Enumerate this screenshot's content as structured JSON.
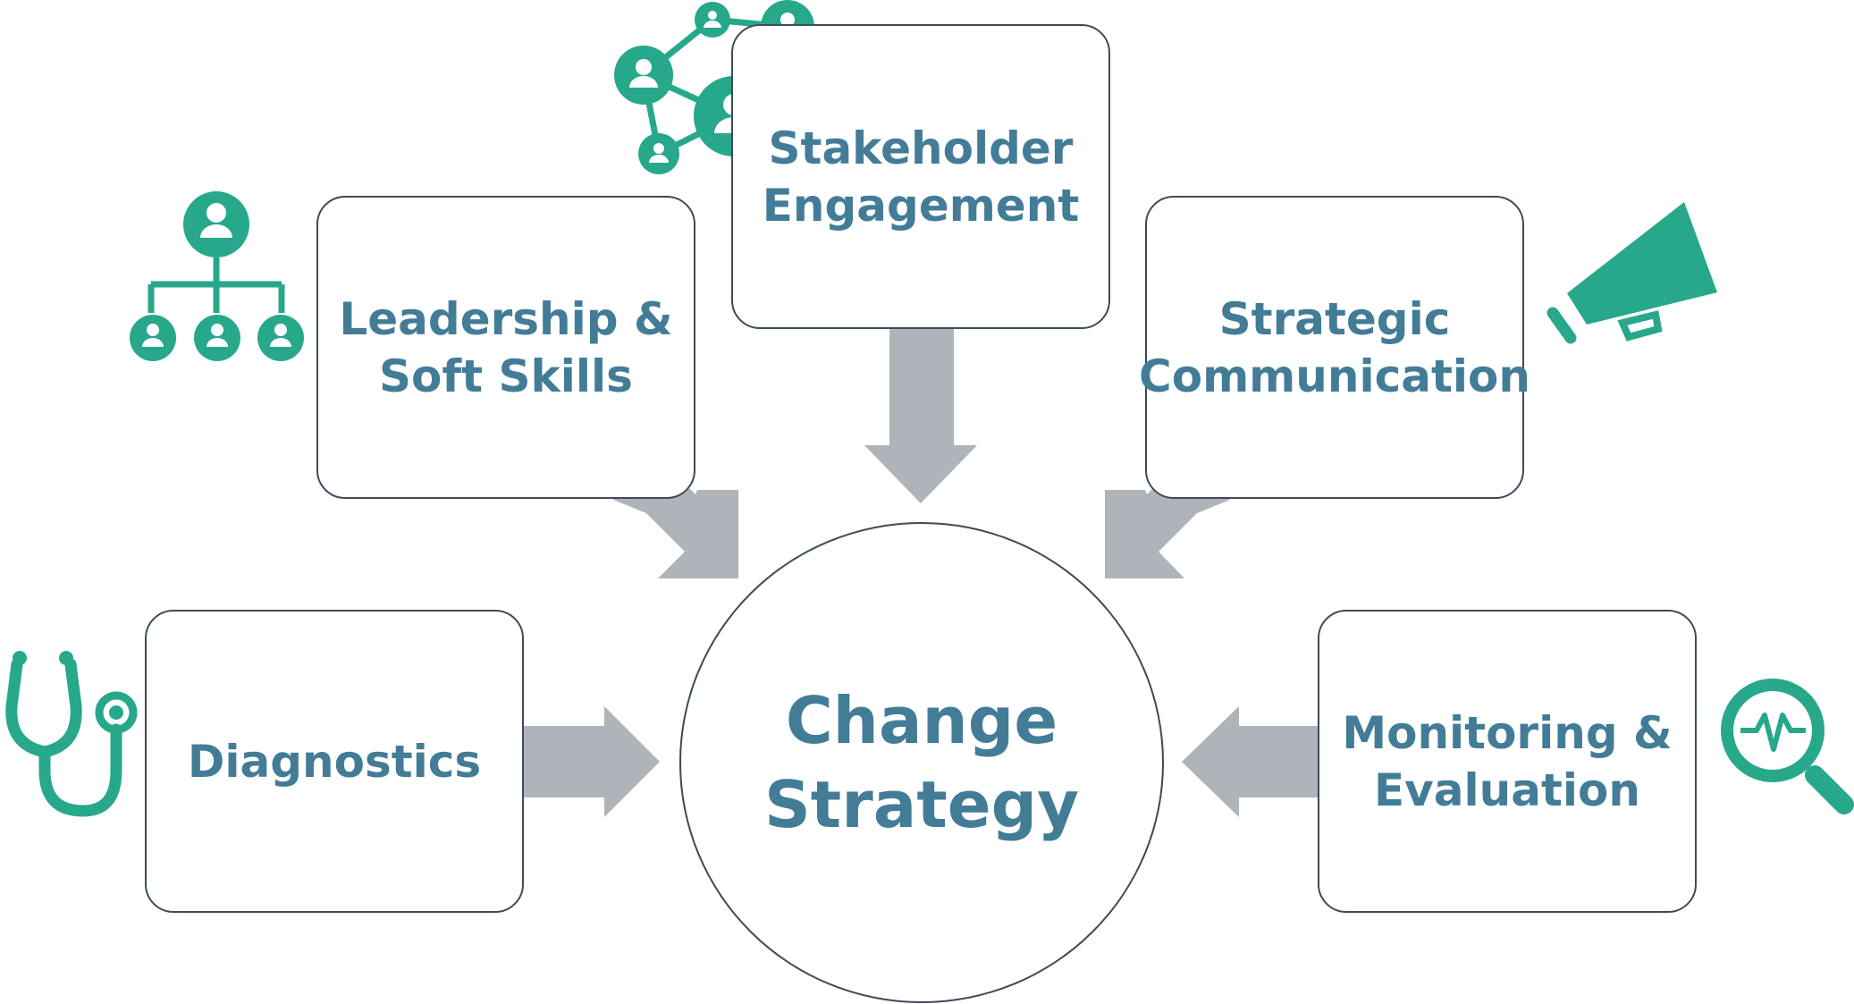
{
  "diagram": {
    "center": {
      "label": "Change\nStrategy"
    },
    "nodes": [
      {
        "id": "diagnostics",
        "label": "Diagnostics",
        "icon": "stethoscope-icon"
      },
      {
        "id": "leadership",
        "label": "Leadership &\nSoft Skills",
        "icon": "org-chart-icon"
      },
      {
        "id": "stakeholder",
        "label": "Stakeholder\nEngagement",
        "icon": "network-people-icon"
      },
      {
        "id": "communication",
        "label": "Strategic\nCommunication",
        "icon": "megaphone-icon"
      },
      {
        "id": "monitoring",
        "label": "Monitoring &\nEvaluation",
        "icon": "magnifier-pulse-icon"
      }
    ],
    "edges": [
      {
        "from": "diagnostics",
        "to": "center"
      },
      {
        "from": "leadership",
        "to": "center"
      },
      {
        "from": "stakeholder",
        "to": "center"
      },
      {
        "from": "communication",
        "to": "center"
      },
      {
        "from": "monitoring",
        "to": "center"
      }
    ]
  },
  "colors": {
    "text": "#437c97",
    "icon": "#27a88a",
    "arrow": "#afb3ba",
    "border": "#3f4a5a"
  }
}
